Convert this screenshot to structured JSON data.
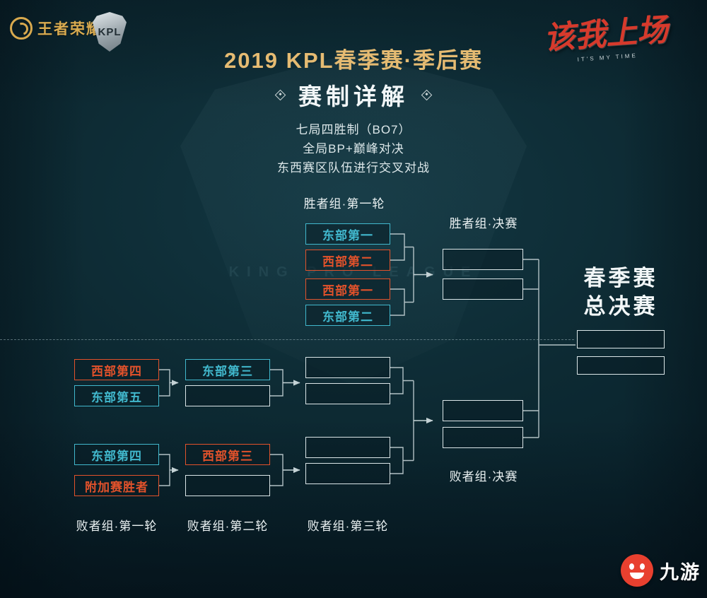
{
  "header": {
    "logo_wzry": "王者荣耀",
    "logo_kpl": "KPL",
    "slogan": "该我上场",
    "slogan_sub": "IT'S MY TIME",
    "title": "2019 KPL春季赛·季后赛",
    "subtitle": "赛制详解",
    "rules": [
      "七局四胜制（BO7）",
      "全局BP+巅峰对决",
      "东西赛区队伍进行交叉对战"
    ]
  },
  "watermark": "KING PRO LEAGUE",
  "bracket": {
    "labels": {
      "winners_r1": "胜者组·第一轮",
      "winners_final": "胜者组·决赛",
      "losers_r1": "败者组·第一轮",
      "losers_r2": "败者组·第二轮",
      "losers_r3": "败者组·第三轮",
      "losers_final": "败者组·决赛",
      "grand_final_l1": "春季赛",
      "grand_final_l2": "总决赛"
    },
    "winners_r1": [
      {
        "label": "东部第一",
        "side": "east"
      },
      {
        "label": "西部第二",
        "side": "west"
      },
      {
        "label": "西部第一",
        "side": "west"
      },
      {
        "label": "东部第二",
        "side": "east"
      }
    ],
    "losers_r1": [
      {
        "label": "西部第四",
        "side": "west"
      },
      {
        "label": "东部第五",
        "side": "east"
      },
      {
        "label": "东部第四",
        "side": "east"
      },
      {
        "label": "附加赛胜者",
        "side": "west"
      }
    ],
    "losers_r2": [
      {
        "label": "东部第三",
        "side": "east"
      },
      {
        "label": "西部第三",
        "side": "west"
      }
    ]
  },
  "footer": {
    "brand": "九游"
  },
  "colors": {
    "east": "#41b8cd",
    "west": "#e2522b",
    "gold": "#e5bb72",
    "line": "#c4d2d5"
  }
}
